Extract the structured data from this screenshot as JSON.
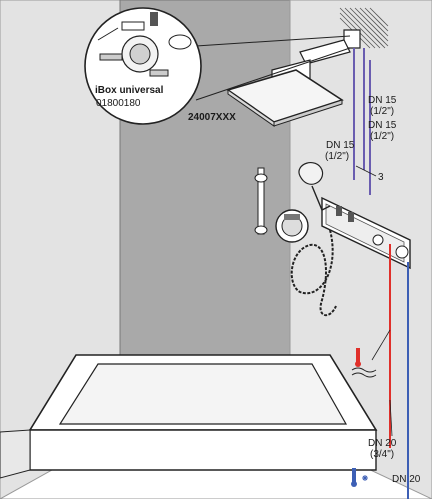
{
  "labels": {
    "ibox_name": "iBox universal",
    "ibox_code": "01800180",
    "shower_code": "24007XXX",
    "dn15_a_line1": "DN 15",
    "dn15_a_line2": "(1/2\")",
    "dn15_b_line1": "DN 15",
    "dn15_b_line2": "(1/2\")",
    "dn15_c_line1": "DN 15",
    "dn15_c_line2": "(1/2\")",
    "side_mark": "3",
    "dn20_a_line1": "DN 20",
    "dn20_a_line2": "(3/4\")",
    "dn20_b_line1": "DN 20"
  },
  "colors": {
    "wall_light": "#e3e3e3",
    "wall_dark": "#a9a9a9",
    "wall_side": "#cfcfcf",
    "hot_pipe": "#e0302a",
    "cold_pipe": "#3d5fb5",
    "purple_pipe": "#6a5db0",
    "outline": "#222222"
  },
  "icons": {
    "hot": "thermometer-hot-icon",
    "cold": "thermometer-cold-icon"
  }
}
